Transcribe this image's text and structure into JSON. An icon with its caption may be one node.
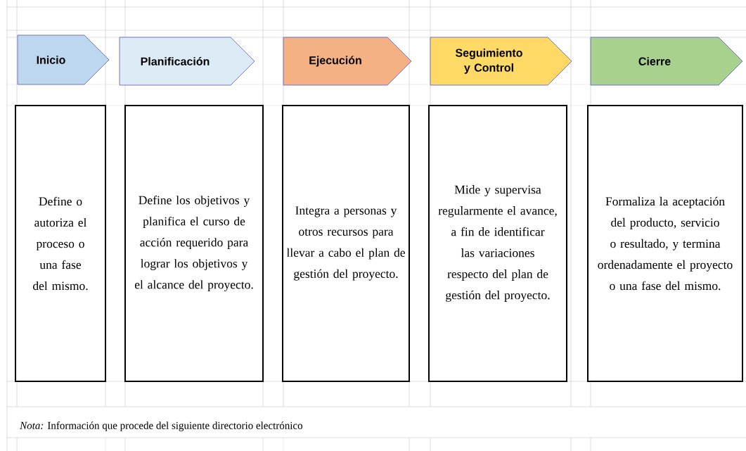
{
  "diagram": {
    "nodes": [
      {
        "text": [
          "Inicio"
        ]
      },
      {
        "text": [
          "Planificación"
        ]
      },
      {
        "text": [
          "Ejecución"
        ]
      },
      {
        "text": [
          "Seguimiento y Control"
        ]
      },
      {
        "text": [
          "Cierre"
        ]
      },
      {
        "text": [
          "Define o autoriza el proceso o una fase del mismo."
        ]
      },
      {
        "text": [
          "Define los objetivos y planifica el curso de acción requerido para lograr los objetivos y el alcance del proyecto."
        ]
      },
      {
        "text": [
          "Integra a personas y otros recursos para llevar a cabo el plan de gestión del proyecto."
        ]
      },
      {
        "text": [
          "Mide y supervisa regularmente el avance, a fin de identificar las variaciones respecto del plan de gestión del proyecto."
        ]
      },
      {
        "text": [
          "Formaliza la aceptación del producto, servicio o resultado, y termina ordenadamente el proyecto o una fase del mismo."
        ]
      }
    ],
    "labels": [
      "*Nota:* Información que procede del siguiente directorio electrónico"
    ]
  }
}
